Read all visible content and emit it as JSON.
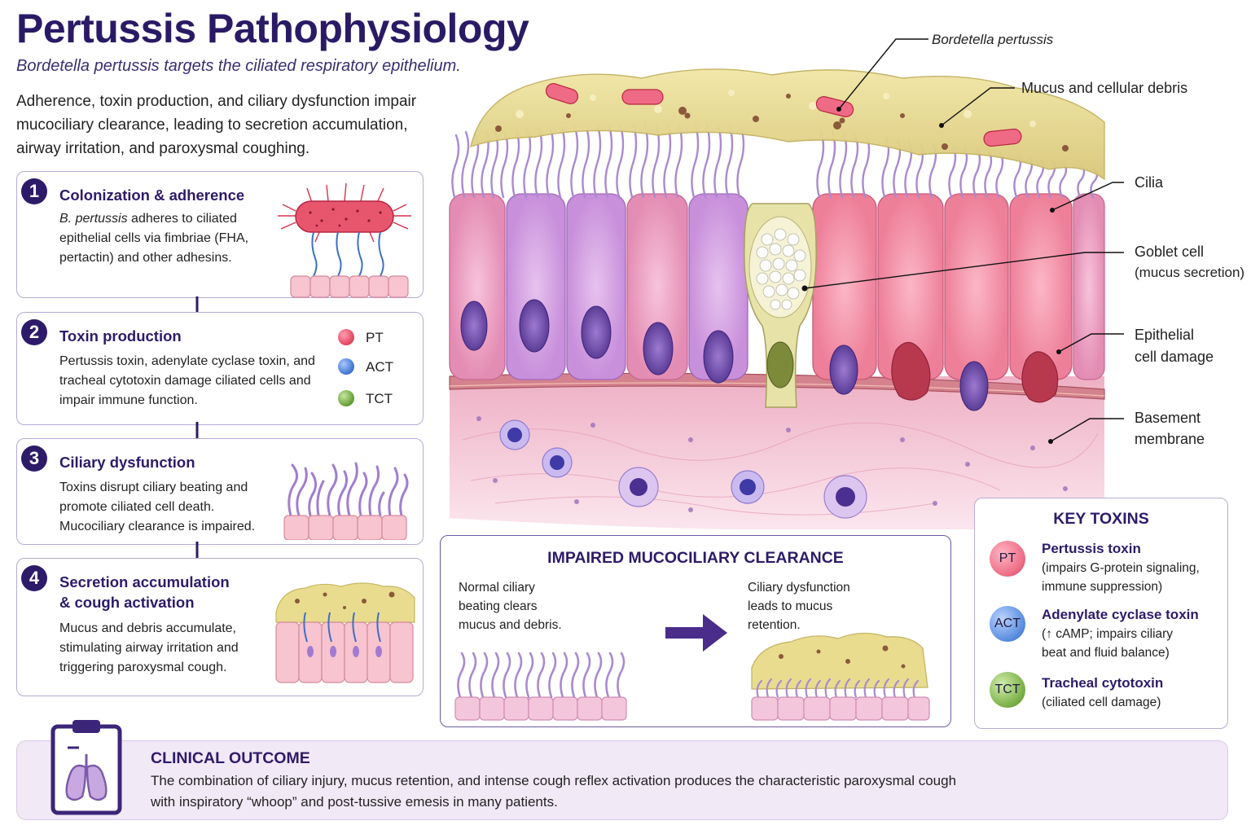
{
  "header": {
    "title": "Pertussis Pathophysiology",
    "subtitle": "Bordetella pertussis targets the ciliated respiratory epithelium.",
    "intro": "Adherence, toxin production, and ciliary dysfunction impair mucociliary clearance, leading to secretion accumulation, airway irritation, and paroxysmal coughing."
  },
  "steps": [
    {
      "num": "1",
      "title": "Colonization & adherence",
      "text_italic": "B. pertussis",
      "text": " adheres to ciliated epithelial cells via fimbriae (FHA, pertactin) and other adhesins."
    },
    {
      "num": "2",
      "title": "Toxin production",
      "text": "Pertussis toxin, adenylate cyclase toxin, and tracheal cytotoxin damage ciliated cells and impair immune function."
    },
    {
      "num": "3",
      "title": "Ciliary dysfunction",
      "text": "Toxins disrupt ciliary beating and promote ciliated cell death. Mucociliary clearance is impaired."
    },
    {
      "num": "4",
      "title_line1": "Secretion accumulation",
      "title_line2": "& cough activation",
      "text": "Mucus and debris accumulate, stimulating airway irritation and triggering paroxysmal cough."
    }
  ],
  "legend": [
    {
      "label": "PT",
      "color": "#e8506a"
    },
    {
      "label": "ACT",
      "color": "#4a7fd6"
    },
    {
      "label": "TCT",
      "color": "#6fa83e"
    }
  ],
  "callouts": {
    "bacterium": "Bordetella pertussis",
    "mucus": "Mucus and cellular debris",
    "cilia": "Cilia",
    "goblet_1": "Goblet cell",
    "goblet_2": "(mucus secretion)",
    "damage_1": "Epithelial",
    "damage_2": "cell damage",
    "basement_1": "Basement",
    "basement_2": "membrane"
  },
  "clearance": {
    "title": "IMPAIRED MUCOCILIARY CLEARANCE",
    "normal": [
      "Normal ciliary",
      "beating clears",
      "mucus and debris."
    ],
    "dysfunction": [
      "Ciliary dysfunction",
      "leads to mucus",
      "retention."
    ]
  },
  "toxins": {
    "title": "KEY TOXINS",
    "items": [
      {
        "abbr": "PT",
        "name": "Pertussis toxin",
        "desc": [
          "(impairs G-protein signaling,",
          "immune suppression)"
        ],
        "color": "#ee6f87"
      },
      {
        "abbr": "ACT",
        "name": "Adenylate cyclase toxin",
        "desc": [
          "(↑ cAMP; impairs ciliary",
          "beat and fluid balance)"
        ],
        "color": "#5b8fe0"
      },
      {
        "abbr": "TCT",
        "name": "Tracheal cytotoxin",
        "desc": [
          "(ciliated cell damage)"
        ],
        "color": "#7db24a"
      }
    ]
  },
  "outcome": {
    "title": "CLINICAL OUTCOME",
    "text": "The combination of ciliary injury, mucus retention, and intense cough reflex activation produces the characteristic paroxysmal cough with inspiratory “whoop” and post-tussive emesis in many patients."
  },
  "colors": {
    "navy": "#2d1b69",
    "mucus": "#e9dc8f",
    "cell_pink": "#f2a6c8",
    "cell_lilac": "#d7a8e0",
    "cilia": "#a98ad0"
  },
  "icons": [
    "bacterium-icon",
    "clipboard-lungs-icon",
    "right-arrow-icon",
    "down-arrow-icon"
  ]
}
